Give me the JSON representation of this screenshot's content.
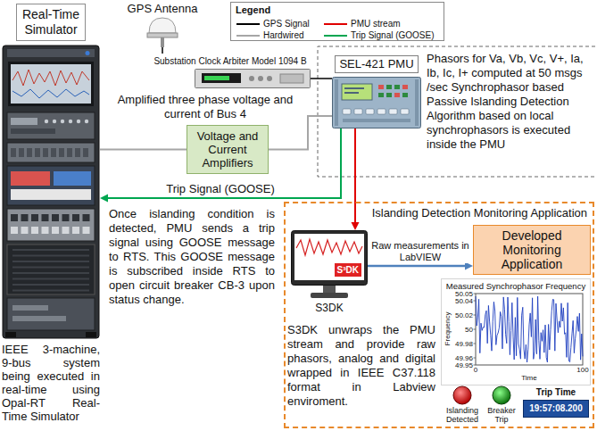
{
  "diagram": {
    "nodes": [
      {
        "text": [
          "Real-Time Simulator"
        ]
      },
      {
        "text": [
          "IEEE 3-machine, 9-bus system being executed in real-time using Opal-RT Real-Time Simulator"
        ]
      },
      {
        "text": [
          "GPS Antenna"
        ]
      },
      {
        "text": [
          "Substation Clock Arbiter Model 1094 B"
        ]
      },
      {
        "text": [
          "SEL-421 PMU"
        ]
      },
      {
        "text": [
          "Voltage and Current Amplifiers"
        ]
      },
      {
        "text": [
          "Islanding Detection Monitoring Application"
        ]
      },
      {
        "text": [
          "S³DK",
          "S3DK"
        ],
        "in": 6
      },
      {
        "text": [
          "Developed Monitoring Application"
        ],
        "in": 6
      },
      {
        "text": [
          "Measured Synchrophasor Frequency"
        ],
        "in": 6
      },
      {
        "text": [
          "Islanding Detected"
        ],
        "in": 6
      },
      {
        "text": [
          "Breaker Trip"
        ],
        "in": 6
      },
      {
        "text": [
          "Trip Time",
          "19:57:08.200"
        ],
        "in": 6
      }
    ],
    "edges": [
      {
        "from": 2,
        "to": 3,
        "arrow": "none"
      },
      {
        "from": 3,
        "to": 4,
        "arrow": "none"
      },
      {
        "from": 1,
        "to": 5,
        "arrow": "none"
      },
      {
        "from": 5,
        "to": 4,
        "arrow": "none"
      },
      {
        "from": 4,
        "to": 1,
        "label": "Trip Signal (GOOSE)",
        "arrow": "to"
      },
      {
        "from": 4,
        "to": 7,
        "arrow": "to"
      },
      {
        "from": 7,
        "to": 8,
        "label": "Raw measurements in LabVIEW",
        "arrow": "to"
      }
    ],
    "labels": [
      "Amplified three phase voltage and current of Bus 4",
      "Phasors for Va, Vb, Vc, V+, Ia, Ib, Ic, I+ computed at 50 msgs /sec Synchrophasor based Passive Islanding Detection Algorithm based on local synchrophasors is executed inside the PMU",
      "Once islanding condition is detected, PMU sends a trip signal using GOOSE message to RTS. This GOOSE message is subscribed inside RTS to open circuit breaker CB-3 upon status change.",
      "S3DK unwraps the PMU stream and provide raw phasors, analog and digital wrapped in IEEE C37.118 format in Labview enviroment.",
      "Legend",
      "50.05",
      "50.04",
      "50.02",
      "50",
      "49.98",
      "49.96",
      "49.95",
      "0",
      "100",
      "Frequency",
      "Time"
    ],
    "legend": [
      {
        "text": "GPS Signal"
      },
      {
        "text": "Hardwired"
      },
      {
        "text": "PMU stream"
      },
      {
        "text": "Trip Signal (GOOSE)"
      }
    ]
  }
}
